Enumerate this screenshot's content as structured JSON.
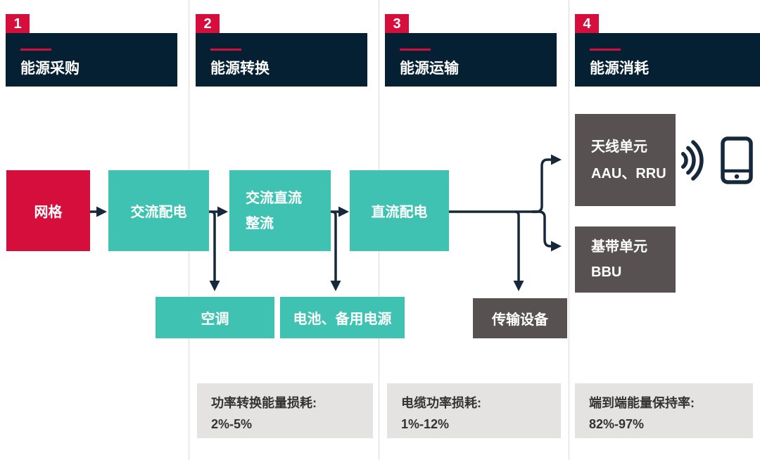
{
  "palette": {
    "accent_red": "#d60e3c",
    "teal": "#3fc2b1",
    "header_navy": "#051f33",
    "dark_gray": "#575152",
    "note_bg": "#e4e3e2",
    "connector_navy": "#16293c",
    "divider_gray": "#d9d9d9",
    "note_text": "#333333"
  },
  "columns": [
    {
      "num": "1",
      "title": "能源采购"
    },
    {
      "num": "2",
      "title": "能源转换",
      "note_label": "功率转换能量损耗:",
      "note_value": "2%-5%"
    },
    {
      "num": "3",
      "title": "能源运输",
      "note_label": "电缆功率损耗:",
      "note_value": "1%-12%"
    },
    {
      "num": "4",
      "title": "能源消耗",
      "note_label": "端到端能量保持率:",
      "note_value": "82%-97%"
    }
  ],
  "nodes": {
    "grid": "网格",
    "ac_distribution": "交流配电",
    "rectifier_line1": "交流直流",
    "rectifier_line2": "整流",
    "dc_distribution": "直流配电",
    "air_conditioning": "空调",
    "battery_backup": "电池、备用电源",
    "transmission_equipment": "传输设备",
    "antenna_line1": "天线单元",
    "antenna_line2": "AAU、RRU",
    "bbu_line1": "基带单元",
    "bbu_line2": "BBU"
  },
  "icons": [
    {
      "name": "signal-waves-icon"
    },
    {
      "name": "smartphone-icon"
    }
  ]
}
